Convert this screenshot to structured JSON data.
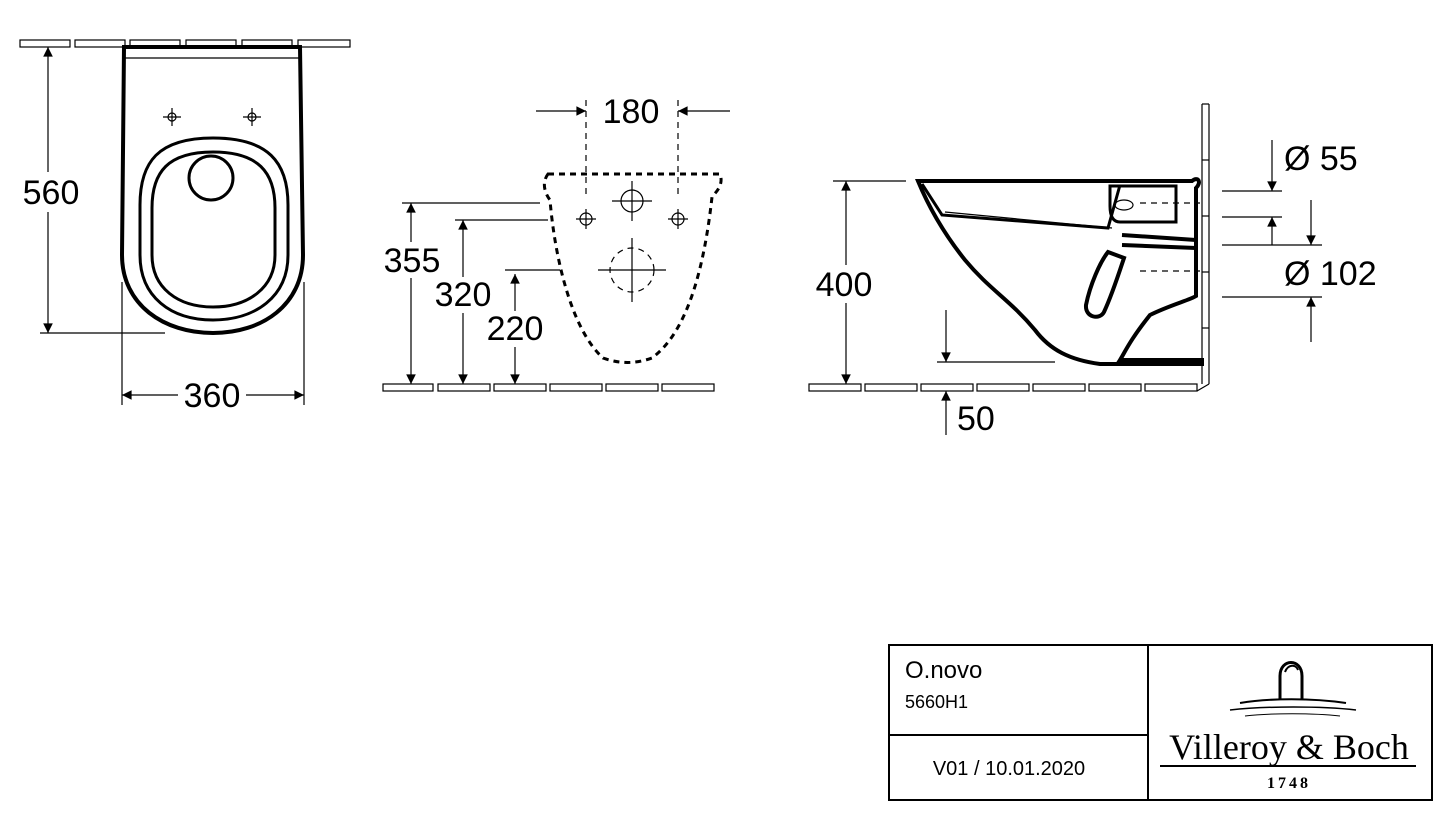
{
  "dimensions": {
    "front": {
      "height": "560",
      "width": "360"
    },
    "rear": {
      "bolt_spacing": "180",
      "h1": "355",
      "h2": "320",
      "h3": "220"
    },
    "side": {
      "height": "400",
      "drain_height": "50",
      "outlet_small": "Ø 55",
      "outlet_large": "Ø 102"
    }
  },
  "title_block": {
    "product_name": "O.novo",
    "article_number": "5660H1",
    "version": "V01 / 10.01.2020",
    "brand": "Villeroy & Boch",
    "brand_year": "1748"
  },
  "colors": {
    "ink": "#000000",
    "paper": "#ffffff"
  }
}
